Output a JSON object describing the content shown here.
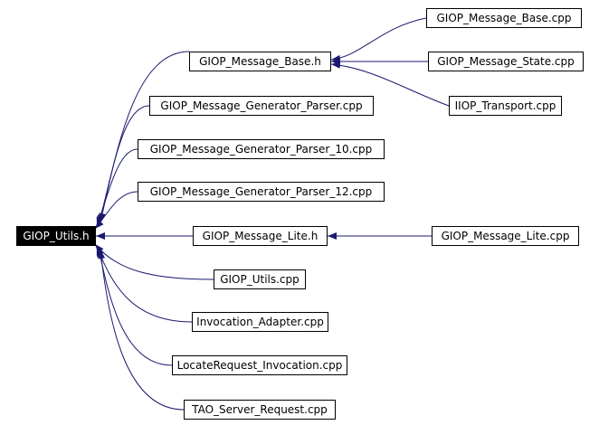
{
  "colors": {
    "edge": "#191970",
    "root_fill": "#000000",
    "root_text": "#ffffff",
    "node_border": "#000000"
  },
  "nodes": {
    "giop_utils_h": "GIOP_Utils.h",
    "giop_message_base_h": "GIOP_Message_Base.h",
    "giop_message_generator_parser_cpp": "GIOP_Message_Generator_Parser.cpp",
    "giop_message_generator_parser_10_cpp": "GIOP_Message_Generator_Parser_10.cpp",
    "giop_message_generator_parser_12_cpp": "GIOP_Message_Generator_Parser_12.cpp",
    "giop_message_lite_h": "GIOP_Message_Lite.h",
    "giop_utils_cpp": "GIOP_Utils.cpp",
    "invocation_adapter_cpp": "Invocation_Adapter.cpp",
    "locaterequest_invocation_cpp": "LocateRequest_Invocation.cpp",
    "tao_server_request_cpp": "TAO_Server_Request.cpp",
    "giop_message_base_cpp": "GIOP_Message_Base.cpp",
    "giop_message_state_cpp": "GIOP_Message_State.cpp",
    "iiop_transport_cpp": "IIOP_Transport.cpp",
    "giop_message_lite_cpp": "GIOP_Message_Lite.cpp"
  },
  "edges": [
    {
      "from": "giop_message_base_h",
      "to": "giop_utils_h"
    },
    {
      "from": "giop_message_generator_parser_cpp",
      "to": "giop_utils_h"
    },
    {
      "from": "giop_message_generator_parser_10_cpp",
      "to": "giop_utils_h"
    },
    {
      "from": "giop_message_generator_parser_12_cpp",
      "to": "giop_utils_h"
    },
    {
      "from": "giop_message_lite_h",
      "to": "giop_utils_h"
    },
    {
      "from": "giop_utils_cpp",
      "to": "giop_utils_h"
    },
    {
      "from": "invocation_adapter_cpp",
      "to": "giop_utils_h"
    },
    {
      "from": "locaterequest_invocation_cpp",
      "to": "giop_utils_h"
    },
    {
      "from": "tao_server_request_cpp",
      "to": "giop_utils_h"
    },
    {
      "from": "giop_message_base_cpp",
      "to": "giop_message_base_h"
    },
    {
      "from": "giop_message_state_cpp",
      "to": "giop_message_base_h"
    },
    {
      "from": "iiop_transport_cpp",
      "to": "giop_message_base_h"
    },
    {
      "from": "giop_message_lite_cpp",
      "to": "giop_message_lite_h"
    }
  ]
}
